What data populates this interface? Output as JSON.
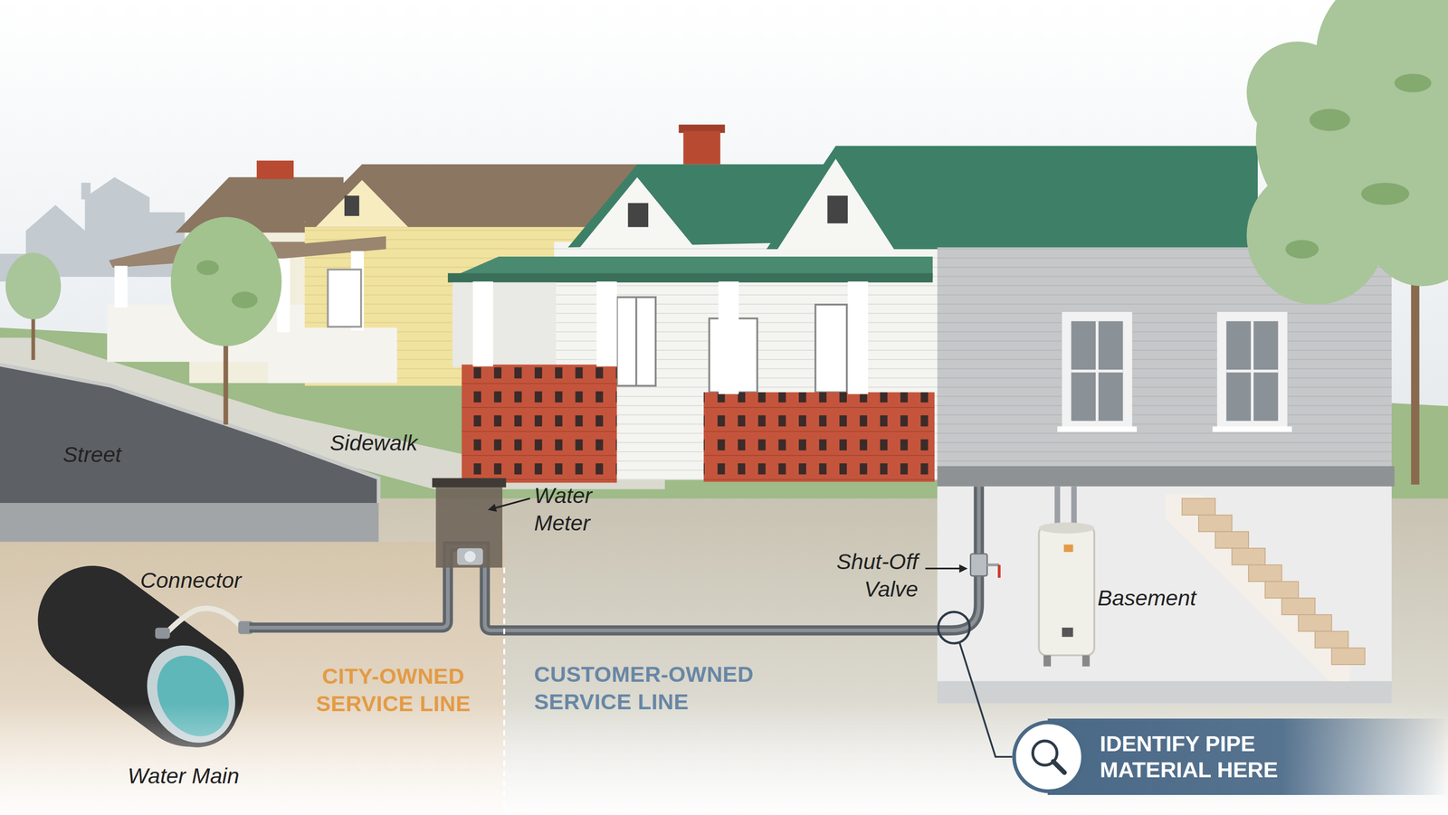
{
  "diagram": {
    "nodes": [
      {
        "text": [
          "IDENTIFY PIPE MATERIAL HERE"
        ]
      }
    ],
    "labels": [
      "Street",
      "Sidewalk",
      "Water Meter",
      "Connector",
      "CITY-OWNED SERVICE LINE",
      "CUSTOMER-OWNED SERVICE LINE",
      "Shut-Off Valve",
      "Basement",
      "Water Main"
    ]
  }
}
